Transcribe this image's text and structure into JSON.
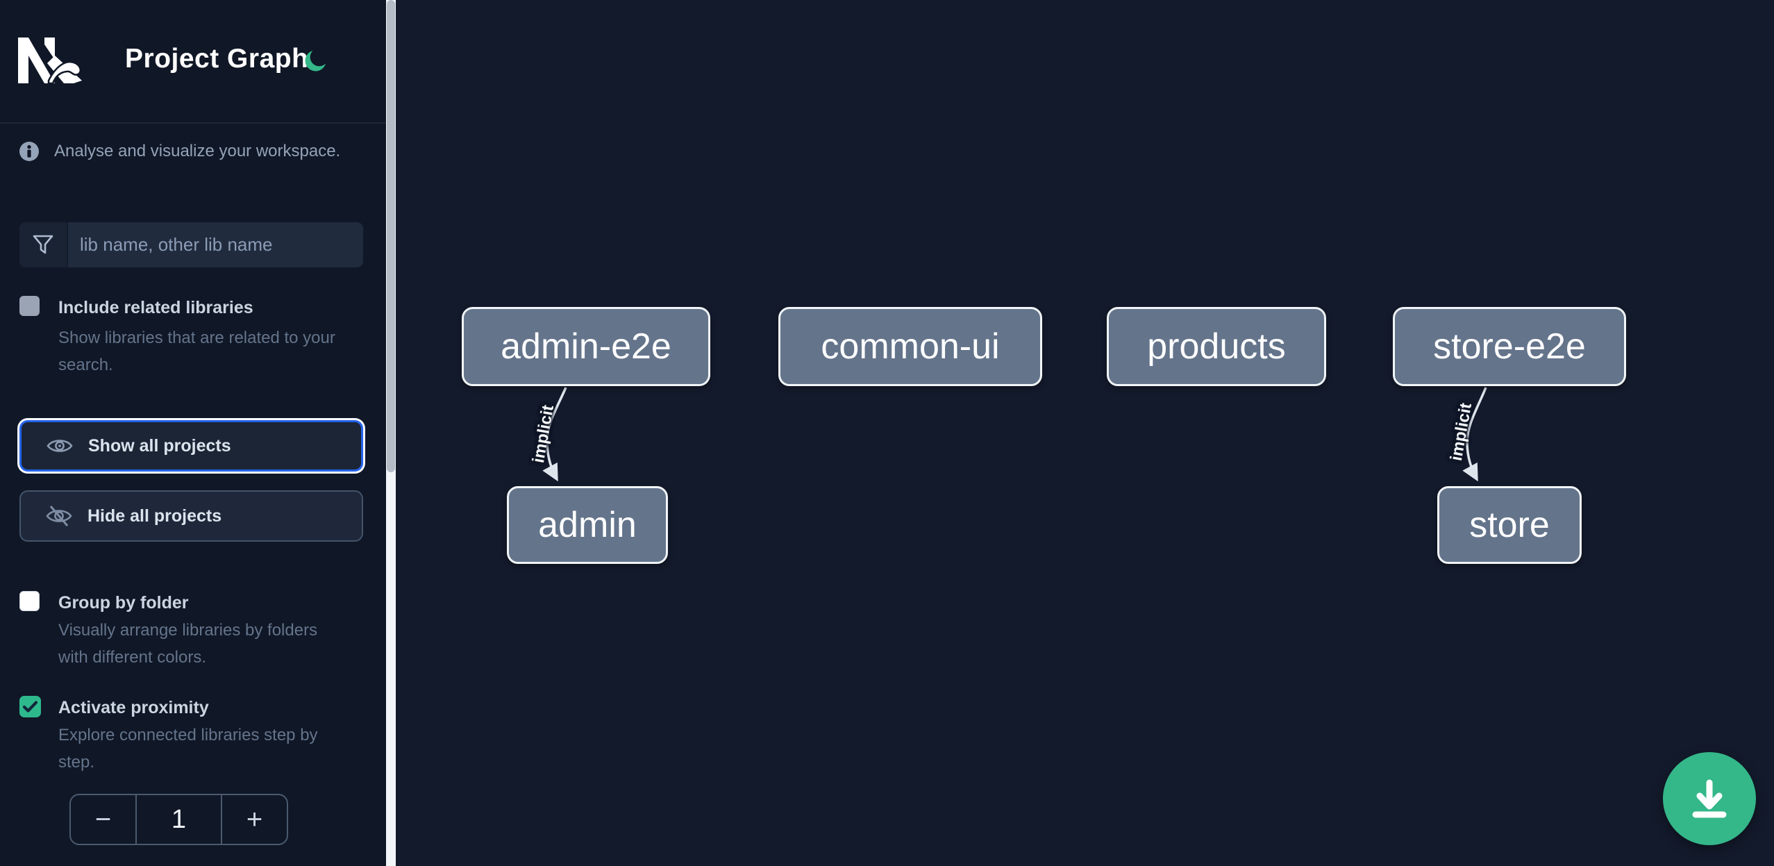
{
  "header": {
    "title": "Project Graph",
    "logo": "nx-logo",
    "theme_icon": "moon-icon"
  },
  "info": {
    "text": "Analyse and visualize your workspace."
  },
  "search": {
    "placeholder": "lib name, other lib name",
    "value": "",
    "icon": "funnel-filter-icon"
  },
  "options": [
    {
      "id": "include-related-libraries",
      "label": "Include related libraries",
      "description": "Show libraries that are related to your search.",
      "checked": false
    },
    {
      "id": "group-by-folder",
      "label": "Group by folder",
      "description": "Visually arrange libraries by folders with different colors.",
      "checked": false
    },
    {
      "id": "activate-proximity",
      "label": "Activate proximity",
      "description": "Explore connected libraries step by step.",
      "checked": true
    }
  ],
  "actions": {
    "show_all": "Show all projects",
    "hide_all": "Hide all projects",
    "show_all_focused": true
  },
  "stepper": {
    "decrement": "−",
    "value": "1",
    "increment": "+"
  },
  "graph": {
    "nodes": [
      {
        "label": "admin-e2e"
      },
      {
        "label": "common-ui"
      },
      {
        "label": "products"
      },
      {
        "label": "store-e2e"
      },
      {
        "label": "admin"
      },
      {
        "label": "store"
      }
    ],
    "edges": [
      {
        "source": "admin-e2e",
        "target": "admin",
        "label": "implicit",
        "type": "implicit"
      },
      {
        "source": "store-e2e",
        "target": "store",
        "label": "implicit",
        "type": "implicit"
      }
    ]
  },
  "fab": {
    "icon": "download-icon"
  },
  "colors": {
    "accent_green": "#34b789",
    "checkbox_green": "#2eb98d",
    "focus_blue": "#2563eb",
    "node_fill": "#64748b",
    "node_border": "#f1f5f9",
    "sidebar_bg": "#101726",
    "canvas_bg": "#131a2b",
    "edge": "#dfe5ec"
  }
}
